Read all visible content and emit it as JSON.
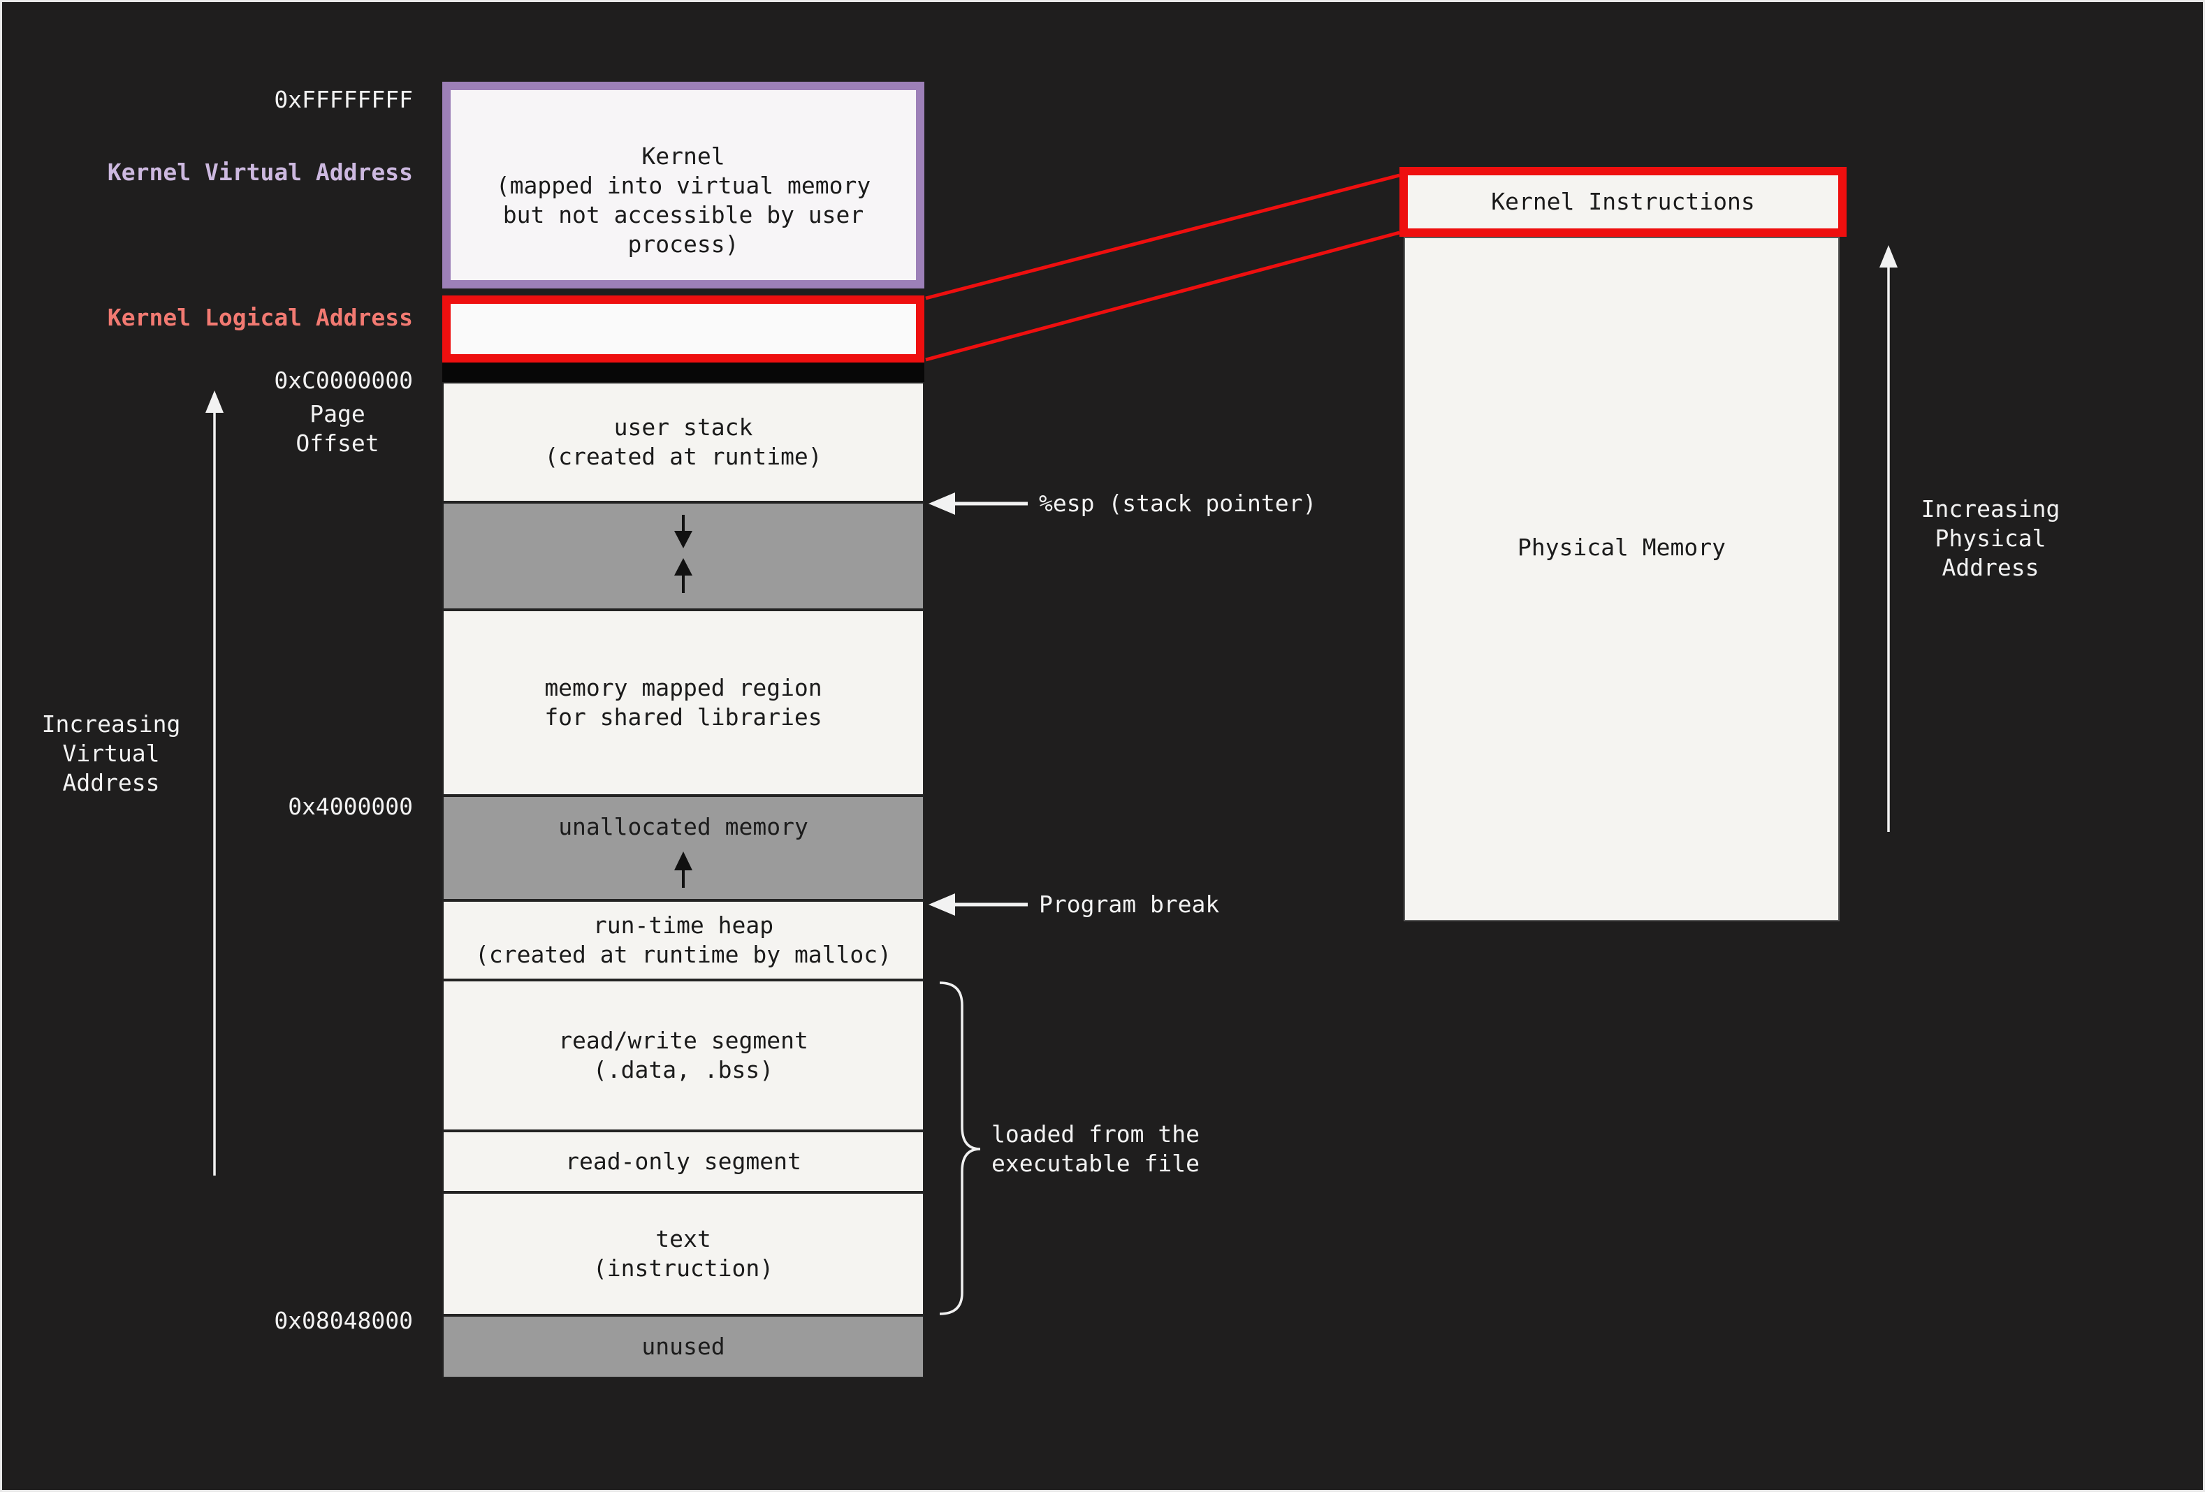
{
  "colors": {
    "background": "#1f1e1e",
    "box_fill": "#f5f4f1",
    "gray_fill": "#9b9b9b",
    "kernel_border_purple": "#9d80b8",
    "mapping_red": "#ee0f0f",
    "kernel_virtual_label": "#cdb9e0",
    "kernel_logical_label": "#f27a72",
    "dark_text": "#1b1b1b",
    "light_text": "#f2f2f2"
  },
  "left_labels": {
    "addr_top": "0xFFFFFFFF",
    "kernel_virtual": "Kernel Virtual Address",
    "kernel_logical": "Kernel Logical Address",
    "addr_kernel_base": "0xC0000000",
    "page_offset": "Page\nOffset",
    "addr_mmap_top": "0x4000000",
    "addr_text_base": "0x08048000",
    "increasing_virtual": "Increasing\nVirtual\nAddress"
  },
  "virtual_memory_column": {
    "kernel": "Kernel\n(mapped into virtual memory\nbut not accessible by user\nprocess)",
    "user_stack": "user stack\n(created at runtime)",
    "memory_mapped": "memory mapped region\nfor shared libraries",
    "unallocated": "unallocated memory",
    "heap": "run-time heap\n(created at runtime by malloc)",
    "read_write_segment": "read/write segment\n(.data, .bss)",
    "read_only_segment": "read-only segment",
    "text_segment": "text\n(instruction)",
    "unused": "unused"
  },
  "annotations": {
    "stack_pointer": "%esp (stack pointer)",
    "program_break": "Program break",
    "loaded_from_executable": "loaded from the\nexecutable file"
  },
  "physical_memory_panel": {
    "kernel_instructions": "Kernel Instructions",
    "physical_memory": "Physical Memory",
    "increasing_physical": "Increasing\nPhysical\nAddress"
  }
}
